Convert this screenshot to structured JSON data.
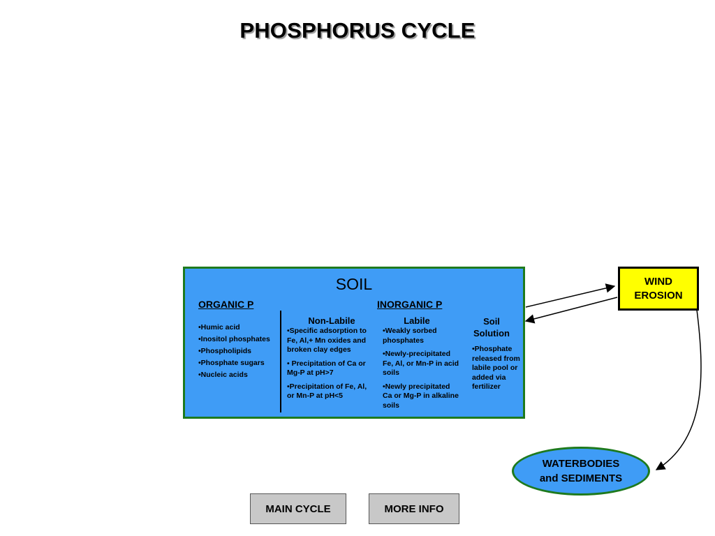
{
  "title": "PHOSPHORUS CYCLE",
  "soil": {
    "title": "SOIL",
    "organic": {
      "heading": "ORGANIC P",
      "items": [
        "•Humic acid",
        "•Inositol phosphates",
        "•Phospholipids",
        "•Phosphate sugars",
        "•Nucleic acids"
      ]
    },
    "inorganic": {
      "heading": "INORGANIC P",
      "non_labile": {
        "heading": "Non-Labile",
        "items": [
          "•Specific adsorption to Fe, Al,+ Mn oxides and broken clay edges",
          "• Precipitation of Ca or Mg-P at pH>7",
          "•Precipitation of Fe, Al, or Mn-P at pH<5"
        ]
      },
      "labile": {
        "heading": "Labile",
        "items": [
          "•Weakly sorbed phosphates",
          "•Newly-precipitated Fe, Al, or Mn-P in acid soils",
          "•Newly precipitated Ca or Mg-P in alkaline soils"
        ]
      },
      "soil_solution": {
        "heading_line1": "Soil",
        "heading_line2": "Solution",
        "items": [
          "•Phosphate released from labile pool or added via fertilizer"
        ]
      }
    }
  },
  "wind_erosion": {
    "line1": "WIND",
    "line2": "EROSION"
  },
  "waterbodies": {
    "line1": "WATERBODIES",
    "line2": "and SEDIMENTS"
  },
  "buttons": {
    "main_cycle": "MAIN CYCLE",
    "more_info": "MORE INFO"
  },
  "colors": {
    "soil_fill": "#3f9cf6",
    "soil_border": "#1e7a1e",
    "wind_fill": "#ffff00",
    "button_fill": "#c8c8c8"
  }
}
